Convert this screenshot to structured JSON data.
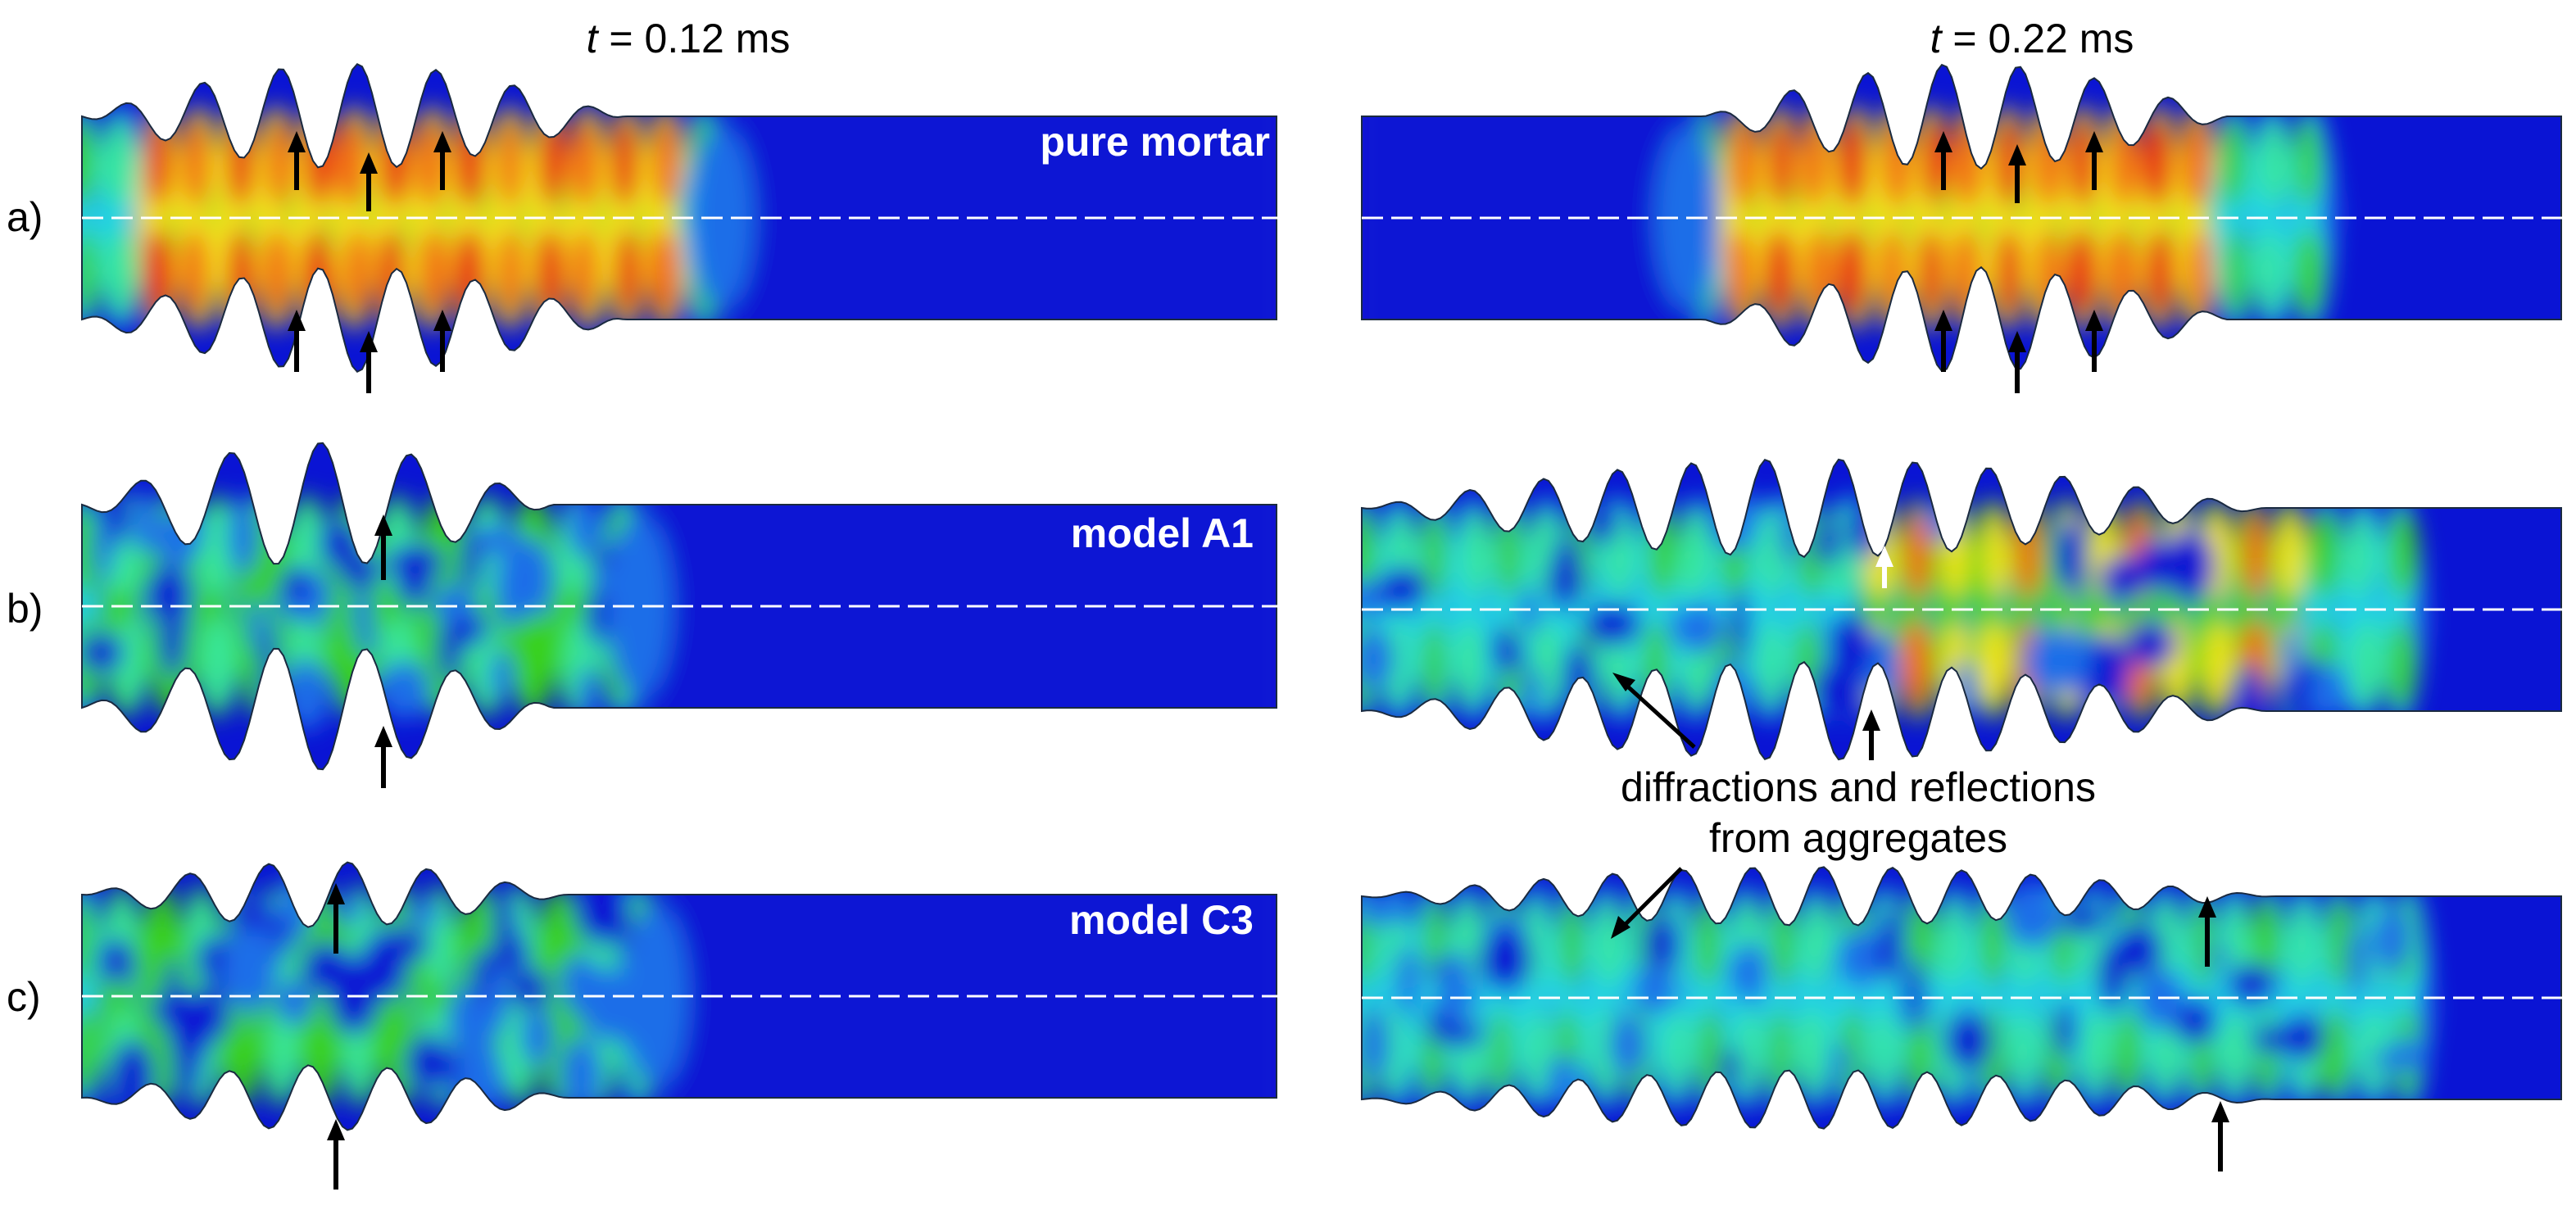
{
  "columns": [
    {
      "time_symbol": "t",
      "time_value": " = 0.12 ms"
    },
    {
      "time_symbol": "t",
      "time_value": " = 0.22 ms"
    }
  ],
  "rows": [
    {
      "label": "a)",
      "model": "pure mortar"
    },
    {
      "label": "b)",
      "model": "model A1"
    },
    {
      "label": "c)",
      "model": "model C3"
    }
  ],
  "annotation": {
    "line1": "diffractions and reflections",
    "line2": "from aggregates"
  },
  "colors": {
    "background_field": "#0a14d4",
    "contour_scale": [
      "#0a14d4",
      "#1a6ee8",
      "#22d6e6",
      "#39e69a",
      "#38d11c",
      "#f2e41a",
      "#f26a12",
      "#e81212"
    ],
    "arrow": "#000000",
    "arrow_highlight": "#ffffff",
    "centerline": "#ffffff"
  }
}
